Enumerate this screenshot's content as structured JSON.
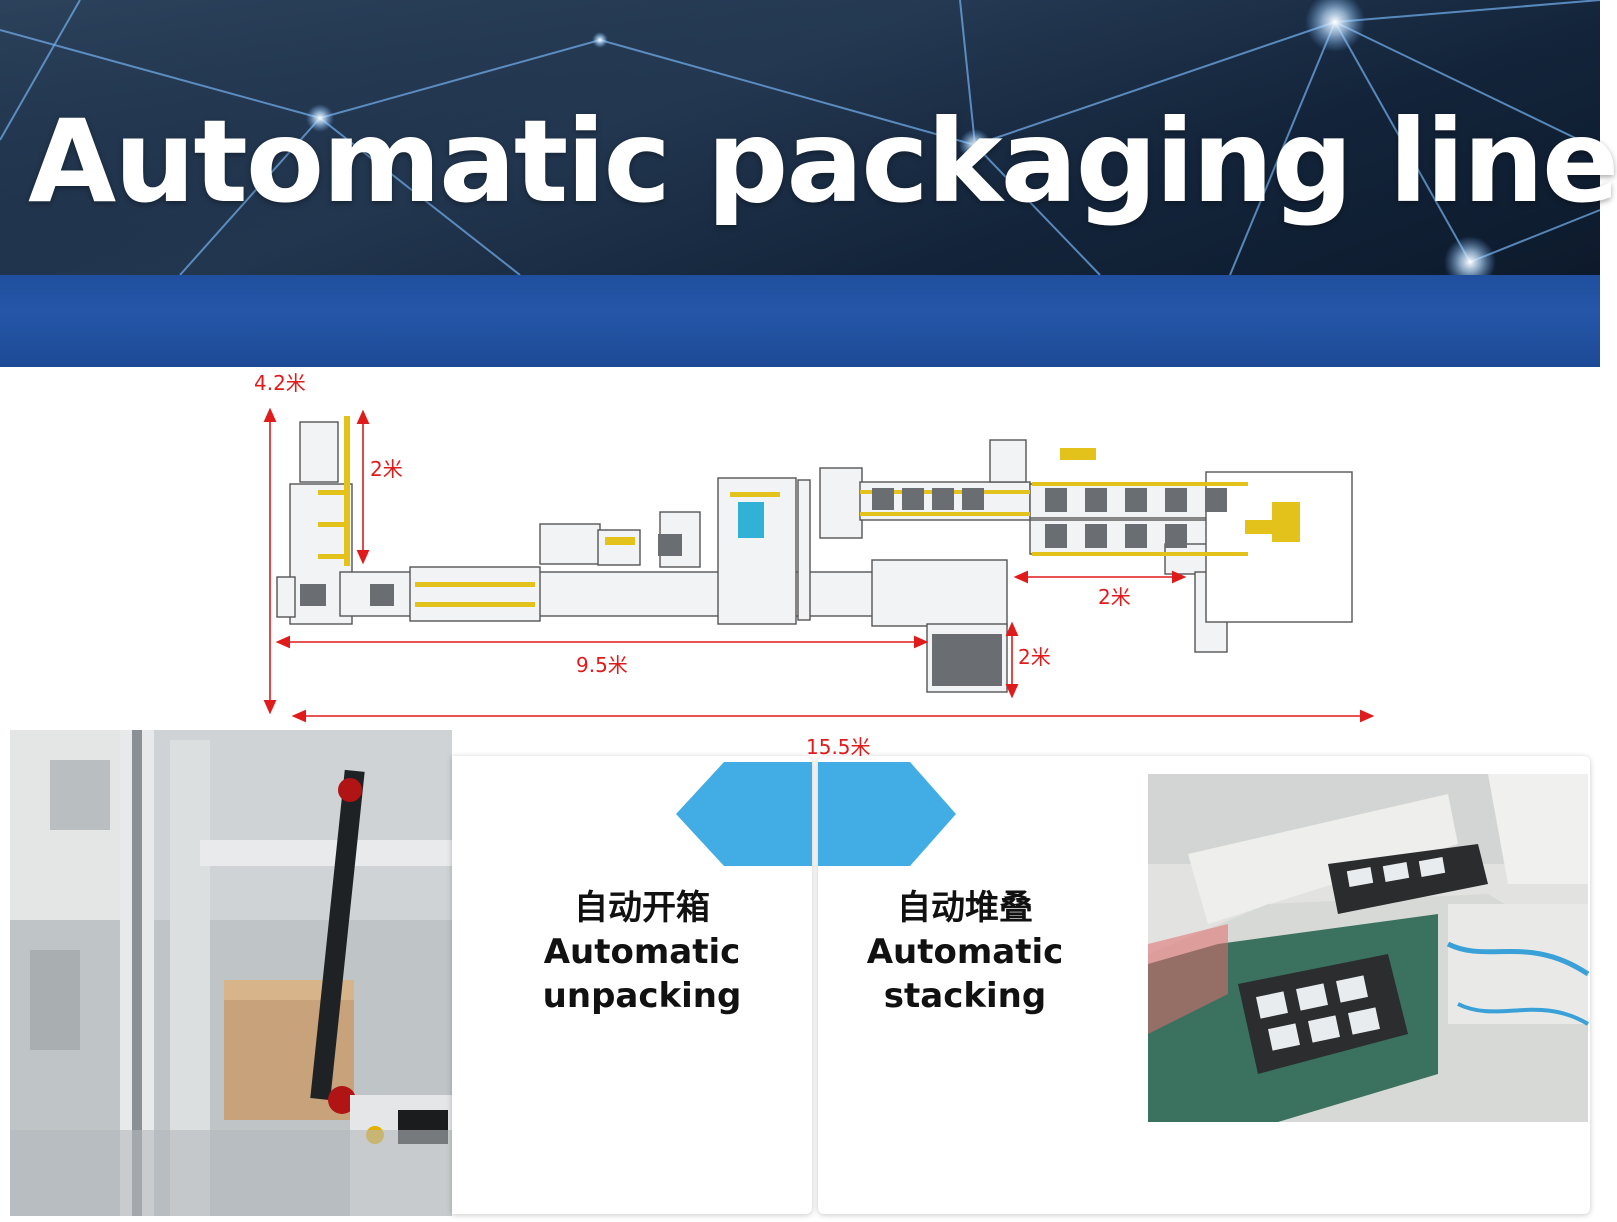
{
  "header": {
    "title": "Automatic packaging line"
  },
  "layout_drawing": {
    "dimensions": {
      "height_total": "4.2米",
      "rise_left": "2米",
      "length_main": "9.5米",
      "gap_right": "2米",
      "drop_lower": "2米",
      "length_total": "15.5米"
    }
  },
  "cards": [
    {
      "label_cn": "自动开箱",
      "label_en_1": "Automatic",
      "label_en_2": "unpacking"
    },
    {
      "label_cn": "自动堆叠",
      "label_en_1": "Automatic",
      "label_en_2": "stacking"
    }
  ],
  "colors": {
    "banner_dark": "#1a2c44",
    "banner_band": "#1f4f9e",
    "dimension_red": "#e01b1b",
    "hexagon_blue": "#41ade4",
    "machine_yellow": "#e3c21b"
  },
  "icons": {
    "left_photo": "carton-unpacking-machine-photo",
    "right_photo": "stacking-conveyor-photo"
  }
}
